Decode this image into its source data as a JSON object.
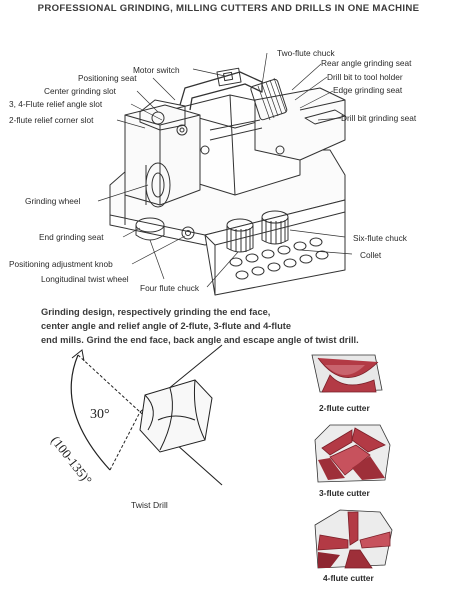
{
  "title": "PROFESSIONAL GRINDING, MILLING CUTTERS AND DRILLS IN ONE MACHINE",
  "labels": {
    "two_flute_chuck": "Two-flute chuck",
    "rear_angle_seat": "Rear angle grinding seat",
    "motor_switch": "Motor switch",
    "drill_bit_holder": "Drill bit to tool holder",
    "positioning_seat": "Positioning seat",
    "center_slot": "Center grinding slot",
    "edge_seat": "Edge grinding seat",
    "relief_slot": "3, 4-Flute relief angle slot",
    "drill_bit_seat": "Drill bit grinding seat",
    "relief_corner": "2-flute relief corner slot",
    "grinding_wheel": "Grinding wheel",
    "end_seat": "End grinding seat",
    "six_flute": "Six-flute chuck",
    "collet": "Collet",
    "adjust_knob": "Positioning adjustment knob",
    "twist_wheel": "Longitudinal twist wheel",
    "four_flute_chuck": "Four flute chuck"
  },
  "description": [
    "Grinding design, respectively grinding the end face,",
    "center angle and relief angle of 2-flute, 3-flute and 4-flute",
    "end mills. Grind the end face, back angle and escape angle of twist drill."
  ],
  "drill": {
    "angle1": "30°",
    "angle2": "(100-135)°",
    "caption": "Twist Drill"
  },
  "cutters": [
    "2-flute cutter",
    "3-flute cutter",
    "4-flute cutter"
  ],
  "colors": {
    "ink": "#2a2a2a",
    "cutter_red": "#b33a45"
  }
}
